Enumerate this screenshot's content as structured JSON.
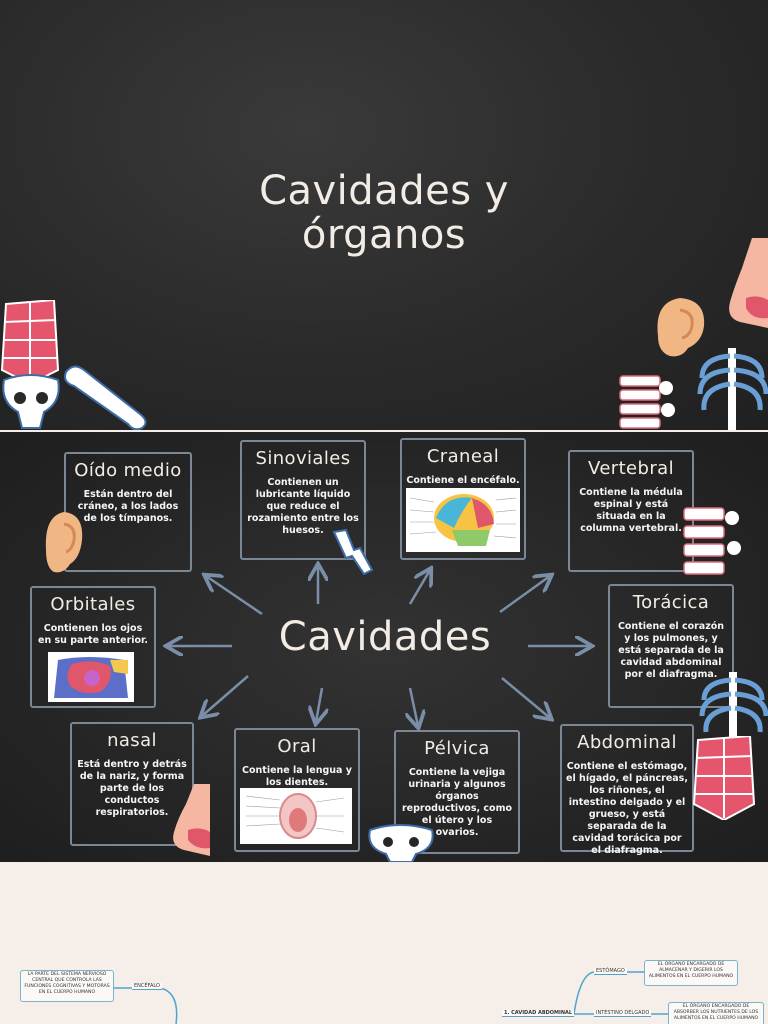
{
  "slide1": {
    "title_line1": "Cavidades y",
    "title_line2": "órganos"
  },
  "slide2": {
    "center": "Cavidades",
    "boxes": {
      "oido": {
        "title": "Oído medio",
        "text": "Están dentro del cráneo, a los lados de los tímpanos."
      },
      "sinoviales": {
        "title": "Sinoviales",
        "text": "Contienen un lubricante líquido que reduce el rozamiento entre los huesos."
      },
      "craneal": {
        "title": "Craneal",
        "text": "Contiene el encéfalo."
      },
      "vertebral": {
        "title": "Vertebral",
        "text": "Contiene la médula espinal y está situada en la columna vertebral."
      },
      "orbitales": {
        "title": "Orbitales",
        "text": "Contienen los ojos en su parte anterior."
      },
      "toracica": {
        "title": "Torácica",
        "text": "Contiene el corazón y los pulmones, y está separada de la cavidad abdominal por el diafragma."
      },
      "nasal": {
        "title": "nasal",
        "text": "Está dentro y detrás de la nariz, y forma parte de los conductos respiratorios."
      },
      "oral": {
        "title": "Oral",
        "text": "Contiene la lengua y los dientes."
      },
      "pelvica": {
        "title": "Pélvica",
        "text": "Contiene la vejiga urinaria y algunos órganos reproductivos, como el útero y los ovarios."
      },
      "abdominal": {
        "title": "Abdominal",
        "text": "Contiene el estómago, el hígado, el páncreas, los riñones, el intestino delgado y el grueso, y está separada de la cavidad torácica por el diafragma."
      }
    }
  },
  "slide3": {
    "left_box": "LA PARTE DEL SISTEMA NERVIOSO CENTRAL QUE CONTROLA LAS FUNCIONES COGNITIVAS Y MOTORAS EN EL CUERPO HUMANO",
    "encefalo": "ENCÉFALO",
    "cavidad_abdominal": "1. CAVIDAD ABDOMINAL",
    "estomago": "ESTÓMAGO",
    "estomago_desc": "EL ÓRGANO ENCARGADO DE ALMACENAR Y DIGERIR LOS ALIMENTOS EN EL CUERPO HUMANO",
    "intestino": "INTESTINO DELGADO",
    "intestino_desc": "EL ÓRGANO ENCARGADO DE ABSORBER LOS NUTRIENTES DE LOS ALIMENTOS EN EL CUERPO HUMANO"
  }
}
